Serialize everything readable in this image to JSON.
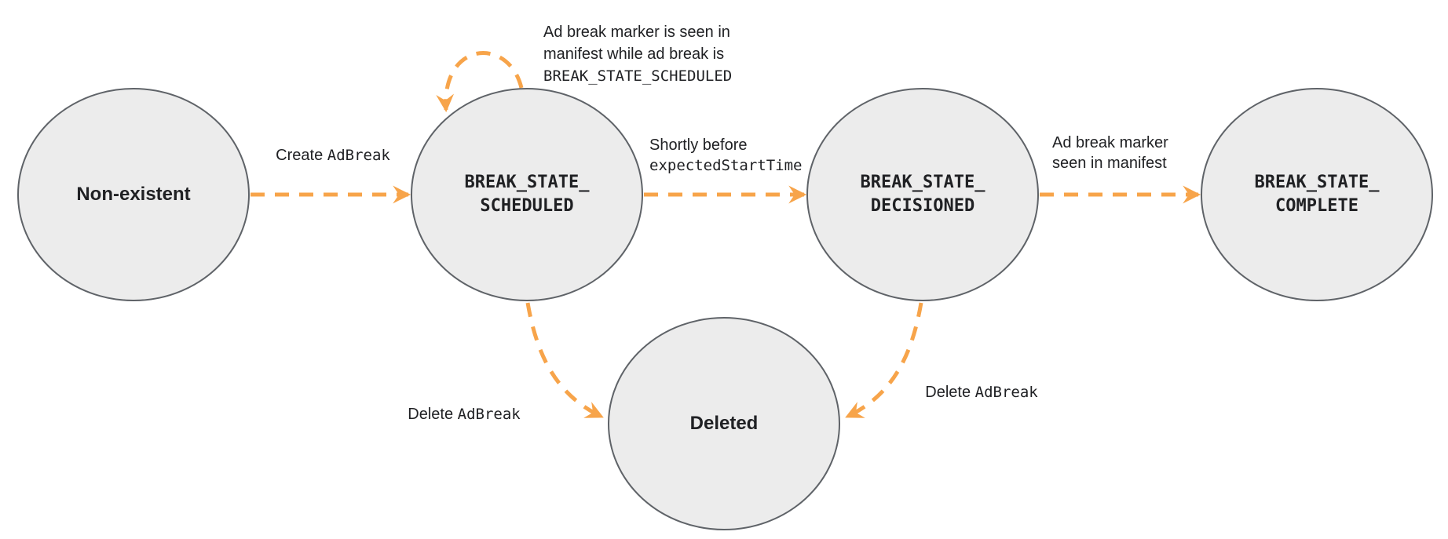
{
  "colors": {
    "arrow": "#F7A44A",
    "node_fill": "#ECECEC",
    "node_border": "#5F6368",
    "text": "#202124",
    "bg": "#FFFFFF"
  },
  "nodes": {
    "non_existent": {
      "label": "Non-existent"
    },
    "scheduled": {
      "line1": "BREAK_STATE_",
      "line2": "SCHEDULED"
    },
    "decisioned": {
      "line1": "BREAK_STATE_",
      "line2": "DECISIONED"
    },
    "complete": {
      "line1": "BREAK_STATE_",
      "line2": "COMPLETE"
    },
    "deleted": {
      "label": "Deleted"
    }
  },
  "edges": {
    "create": {
      "text": "Create",
      "code": "AdBreak"
    },
    "self_loop": {
      "line1": "Ad break marker is seen in",
      "line2": "manifest while ad break is",
      "line3_code": "BREAK_STATE_SCHEDULED"
    },
    "shortly": {
      "line1": "Shortly before",
      "line2_code": "expectedStartTime"
    },
    "marker_seen": {
      "line1": "Ad break marker",
      "line2": "seen in manifest"
    },
    "delete_left": {
      "text": "Delete",
      "code": "AdBreak"
    },
    "delete_right": {
      "text": "Delete",
      "code": "AdBreak"
    }
  }
}
